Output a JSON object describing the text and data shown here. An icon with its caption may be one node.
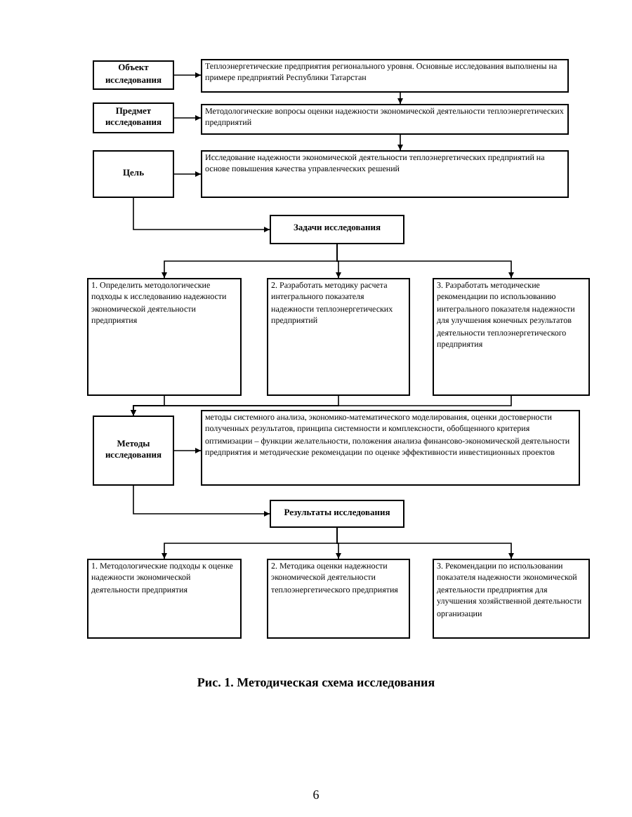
{
  "diagram": {
    "caption": "Рис. 1. Методическая схема исследования",
    "nodes": [
      {
        "text": [
          "Объект исследования"
        ]
      },
      {
        "text": [
          "Теплоэнергетические предприятия регионального уровня. Основные исследования выполнены на примере предприятий Республики Татарстан"
        ]
      },
      {
        "text": [
          "Предмет исследования"
        ]
      },
      {
        "text": [
          "Методологические вопросы оценки надежности экономической деятельности теплоэнергетических предприятий"
        ]
      },
      {
        "text": [
          "Цель"
        ]
      },
      {
        "text": [
          "Исследование надежности экономической деятельности теплоэнергетических предприятий на основе повышения качества управленческих решений"
        ]
      },
      {
        "text": [
          "Задачи исследования"
        ]
      },
      {
        "text": [
          "1. Определить методологические подходы к исследованию надежности экономической деятельности предприятия"
        ]
      },
      {
        "text": [
          "2. Разработать методику расчета интегрального показателя надежности теплоэнергетических предприятий"
        ]
      },
      {
        "text": [
          "3. Разработать методические рекомендации по использованию интегрального показателя надежности для улучшения конечных результатов деятельности теплоэнергетического предприятия"
        ]
      },
      {
        "text": [
          "Методы исследования"
        ]
      },
      {
        "text": [
          "методы системного анализа, экономико-математического моделирования, оценки достоверности полученных результатов, принципа системности и комплексности, обобщенного критерия оптимизации – функции желательности, положения анализа финансово-экономической деятельности предприятия и методические рекомендации по оценке эффективности инвестиционных проектов"
        ]
      },
      {
        "text": [
          "Результаты исследования"
        ]
      },
      {
        "text": [
          "1. Методологические подходы к оценке надежности экономической деятельности предприятия"
        ]
      },
      {
        "text": [
          "2. Методика оценки надежности экономической деятельности теплоэнергетического предприятия"
        ]
      },
      {
        "text": [
          "3. Рекомендации по использовании показателя надежности экономической деятельности предприятия для улучшения хозяйственной деятельности организации"
        ]
      }
    ],
    "edges": [
      {
        "from": 0,
        "to": 1,
        "arrow": "to"
      },
      {
        "from": 2,
        "to": 3,
        "arrow": "to"
      },
      {
        "from": 4,
        "to": 5,
        "arrow": "to"
      },
      {
        "from": 1,
        "to": 3,
        "arrow": "to"
      },
      {
        "from": 3,
        "to": 5,
        "arrow": "to"
      },
      {
        "from": 4,
        "to": 6,
        "arrow": "to"
      },
      {
        "from": 6,
        "to": 7,
        "arrow": "to"
      },
      {
        "from": 6,
        "to": 8,
        "arrow": "to"
      },
      {
        "from": 6,
        "to": 9,
        "arrow": "to"
      },
      {
        "from": 7,
        "to": 10,
        "arrow": "to"
      },
      {
        "from": 8,
        "to": 10,
        "arrow": "to"
      },
      {
        "from": 9,
        "to": 10,
        "arrow": "to"
      },
      {
        "from": 10,
        "to": 11,
        "arrow": "to"
      },
      {
        "from": 10,
        "to": 12,
        "arrow": "to"
      },
      {
        "from": 12,
        "to": 13,
        "arrow": "to"
      },
      {
        "from": 12,
        "to": 14,
        "arrow": "to"
      },
      {
        "from": 12,
        "to": 15,
        "arrow": "to"
      }
    ],
    "labels": [
      "6"
    ]
  }
}
